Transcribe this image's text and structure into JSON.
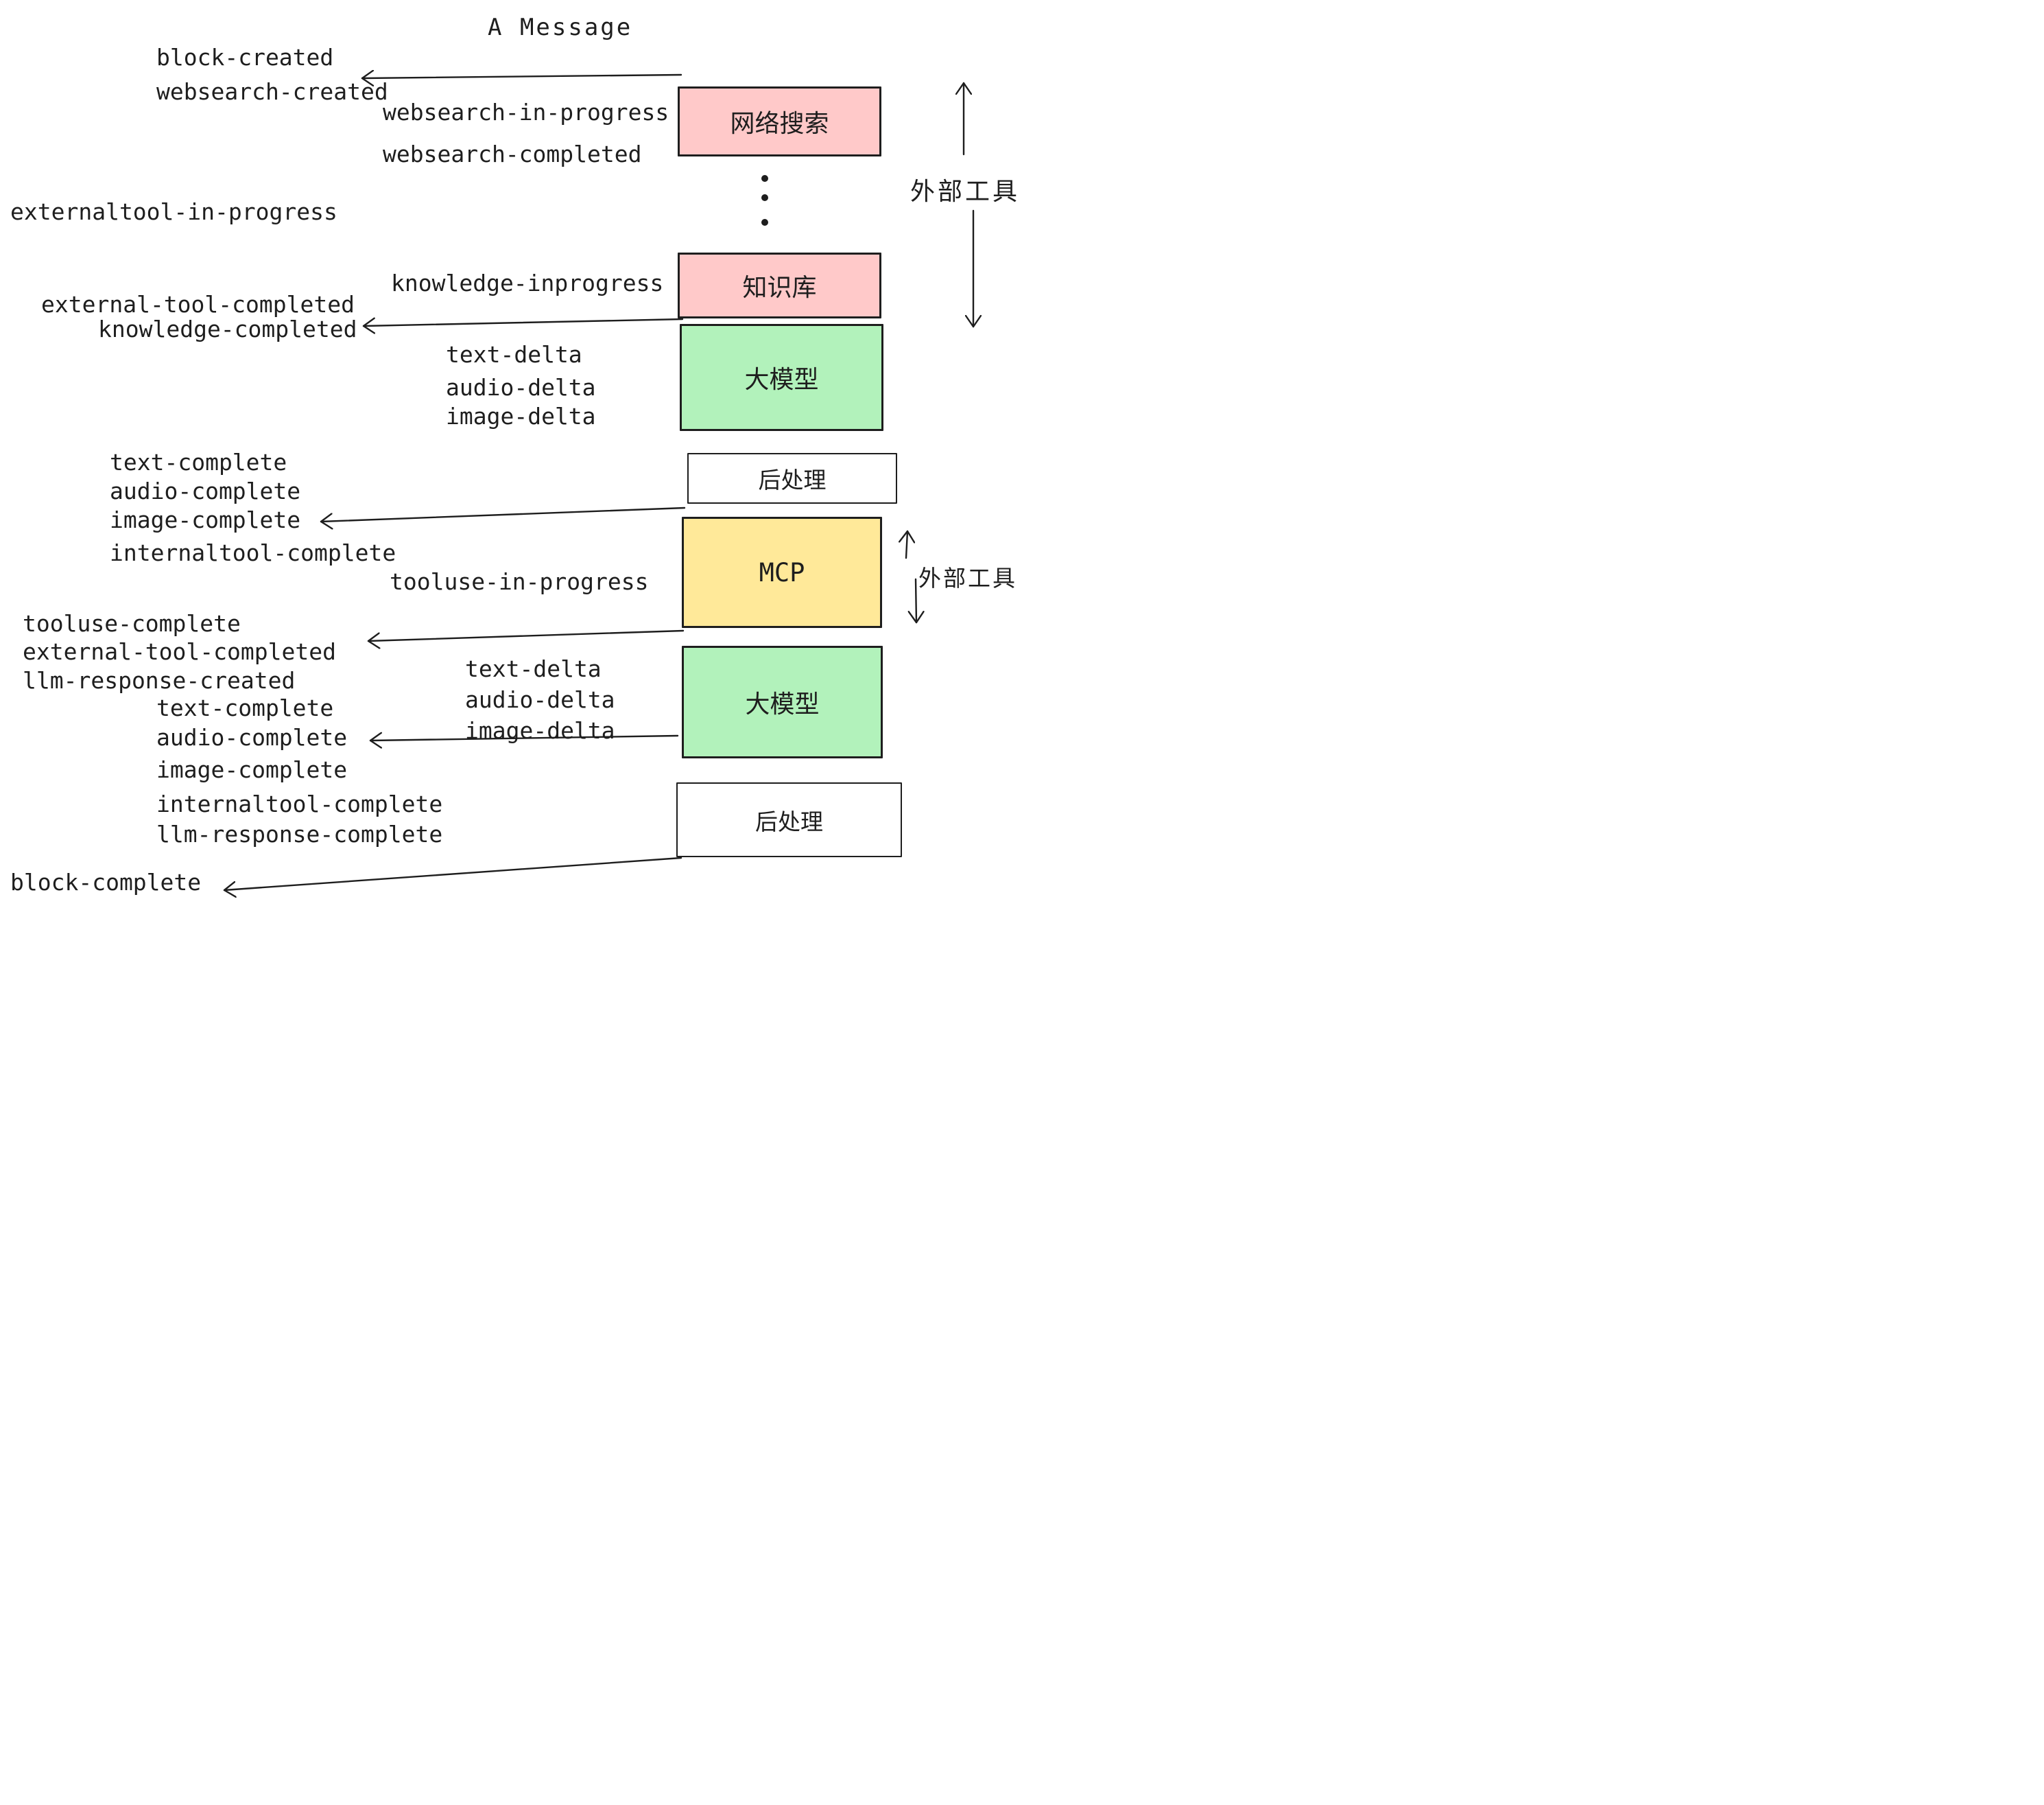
{
  "title": "A Message",
  "colors": {
    "pink": "#ffc9c9",
    "green": "#b2f2bb",
    "yellow": "#ffe999",
    "white": "#ffffff",
    "stroke": "#1e1e1e"
  },
  "boxes": [
    {
      "id": "websearch",
      "label": "网络搜索",
      "color": "#ffc9c9"
    },
    {
      "id": "knowledge",
      "label": "知识库",
      "color": "#ffc9c9"
    },
    {
      "id": "llm-1",
      "label": "大模型",
      "color": "#b2f2bb"
    },
    {
      "id": "postprocess-1",
      "label": "后处理",
      "color": "#ffffff"
    },
    {
      "id": "mcp",
      "label": "MCP",
      "color": "#ffe999"
    },
    {
      "id": "llm-2",
      "label": "大模型",
      "color": "#b2f2bb"
    },
    {
      "id": "postprocess-2",
      "label": "后处理",
      "color": "#ffffff"
    }
  ],
  "annotations": {
    "external_tools_top": "外部工具",
    "external_tools_mcp": "外部工具"
  },
  "events": [
    "block-created",
    "websearch-created",
    "websearch-in-progress",
    "websearch-completed",
    "externaltool-in-progress",
    "knowledge-inprogress",
    "external-tool-completed",
    "knowledge-completed",
    "text-delta",
    "audio-delta",
    "image-delta",
    "text-complete",
    "audio-complete",
    "image-complete",
    "internaltool-complete",
    "tooluse-in-progress",
    "tooluse-complete",
    "external-tool-completed",
    "llm-response-created",
    "text-complete",
    "audio-complete",
    "image-complete",
    "internaltool-complete",
    "llm-response-complete",
    "block-complete",
    "text-delta",
    "audio-delta",
    "image-delta"
  ]
}
